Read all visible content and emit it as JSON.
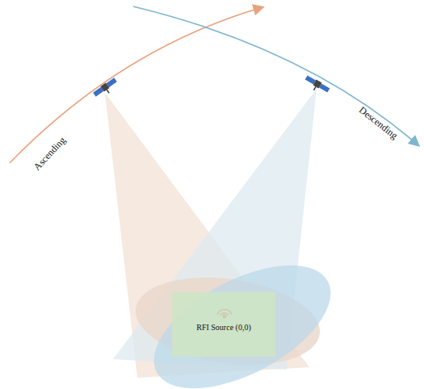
{
  "diagram": {
    "nodes": [
      {
        "text": [
          "RFI Source (0,0)"
        ]
      }
    ],
    "labels": [
      "Ascending",
      "Descending"
    ]
  }
}
